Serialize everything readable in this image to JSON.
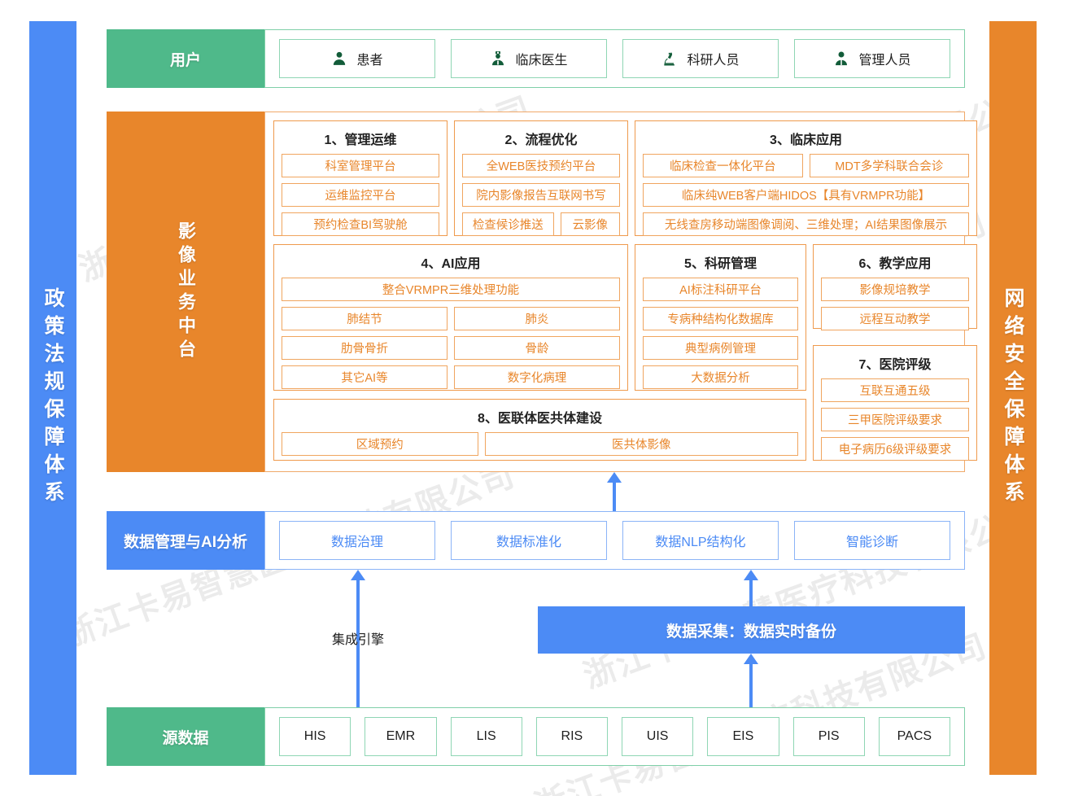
{
  "pillars": {
    "left": {
      "text": "政策法规保障体系",
      "color": "#4c8bf5"
    },
    "right": {
      "text": "网络安全保障体系",
      "color": "#e8862b"
    }
  },
  "watermark": "浙江卡易智慧医疗科技有限公司",
  "user_band": {
    "label": "用户",
    "color": "#4fb98a",
    "cards": [
      {
        "icon": "patient-icon",
        "label": "患者"
      },
      {
        "icon": "doctor-icon",
        "label": "临床医生"
      },
      {
        "icon": "microscope-icon",
        "label": "科研人员"
      },
      {
        "icon": "manager-icon",
        "label": "管理人员"
      }
    ]
  },
  "mid_band": {
    "label": "影像业务中台",
    "color": "#e8862b",
    "groups": [
      {
        "id": "g1",
        "title": "1、管理运维",
        "rows": [
          [
            "科室管理平台"
          ],
          [
            "运维监控平台"
          ],
          [
            "预约检查BI驾驶舱"
          ]
        ]
      },
      {
        "id": "g2",
        "title": "2、流程优化",
        "rows": [
          [
            "全WEB医技预约平台"
          ],
          [
            "院内影像报告互联网书写"
          ],
          [
            "检查候诊推送",
            "云影像"
          ]
        ]
      },
      {
        "id": "g3",
        "title": "3、临床应用",
        "rows": [
          [
            "临床检查一体化平台",
            "MDT多学科联合会诊"
          ],
          [
            "临床纯WEB客户端HIDOS【具有VRMPR功能】"
          ],
          [
            "无线查房移动端图像调阅、三维处理；AI结果图像展示"
          ]
        ]
      },
      {
        "id": "g4",
        "title": "4、AI应用",
        "rows": [
          [
            "整合VRMPR三维处理功能"
          ],
          [
            "肺结节",
            "肺炎"
          ],
          [
            "肋骨骨折",
            "骨龄"
          ],
          [
            "其它AI等",
            "数字化病理"
          ]
        ]
      },
      {
        "id": "g5",
        "title": "5、科研管理",
        "rows": [
          [
            "AI标注科研平台"
          ],
          [
            "专病种结构化数据库"
          ],
          [
            "典型病例管理"
          ],
          [
            "大数据分析"
          ]
        ]
      },
      {
        "id": "g6",
        "title": "6、教学应用",
        "rows": [
          [
            "影像规培教学"
          ],
          [
            "远程互动教学"
          ]
        ]
      },
      {
        "id": "g7",
        "title": "7、医院评级",
        "rows": [
          [
            "互联互通五级"
          ],
          [
            "三甲医院评级要求"
          ],
          [
            "电子病历6级评级要求"
          ]
        ]
      },
      {
        "id": "g8",
        "title": "8、医联体医共体建设",
        "rows": [
          [
            "区域预约",
            "医共体影像"
          ]
        ]
      }
    ]
  },
  "data_band": {
    "label": "数据管理与AI分析",
    "color": "#4c8bf5",
    "cards": [
      "数据治理",
      "数据标准化",
      "数据NLP结构化",
      "智能诊断"
    ]
  },
  "collect": {
    "label": "数据采集：数据实时备份",
    "color": "#4c8bf5"
  },
  "engine": {
    "label": "集成引擎"
  },
  "source_band": {
    "label": "源数据",
    "color": "#4fb98a",
    "cards": [
      "HIS",
      "EMR",
      "LIS",
      "RIS",
      "UIS",
      "EIS",
      "PIS",
      "PACS"
    ]
  }
}
